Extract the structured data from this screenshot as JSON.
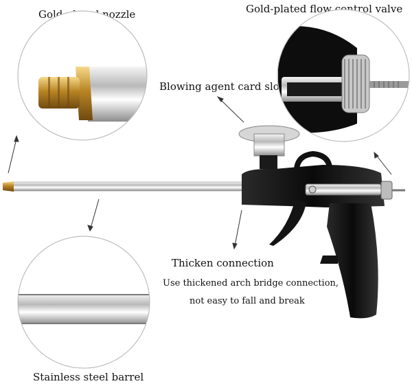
{
  "labels": {
    "nozzle": "Gold-plated nozzle",
    "valve": "Gold-plated flow control valve",
    "card_slot": "Blowing agent card slot",
    "thicken_title": "Thicken connection",
    "thicken_line1": "Use thickened arch bridge connection,",
    "thicken_line2": "not easy to fall and break",
    "barrel": "Stainless steel barrel"
  }
}
